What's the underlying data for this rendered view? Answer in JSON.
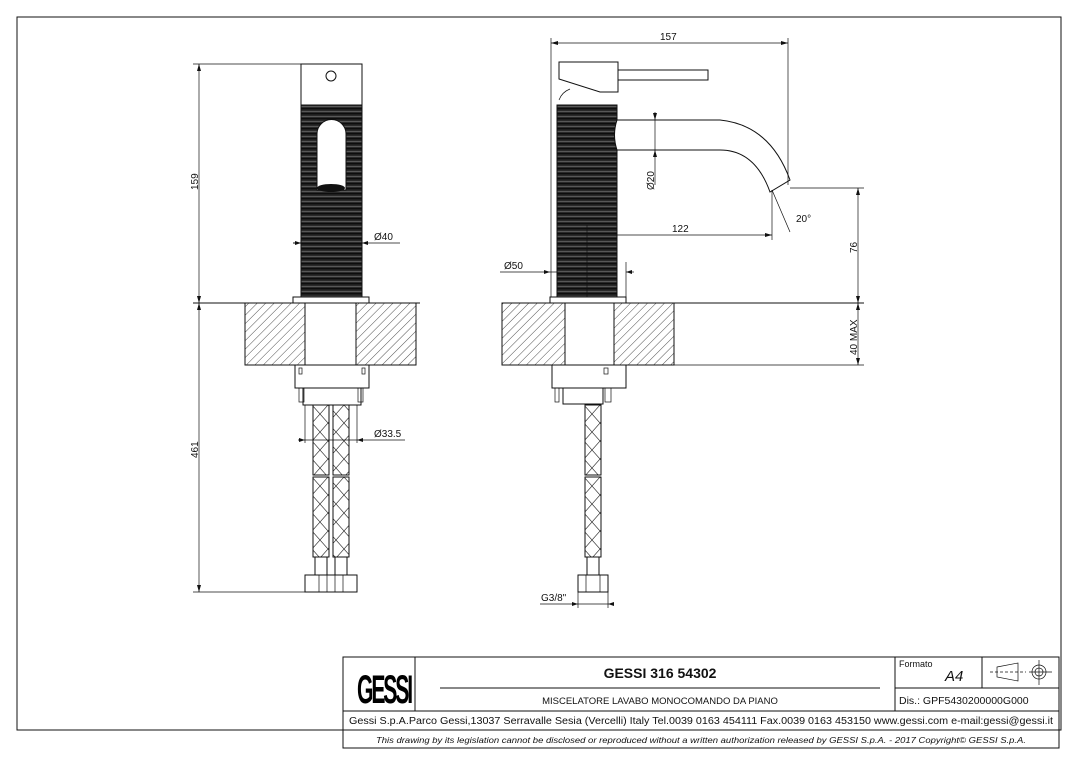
{
  "drawing": {
    "dimensions": {
      "height_total": "159",
      "body_diameter": "Ø40",
      "hose_spacing": "Ø33.5",
      "hose_length": "461",
      "reach_total": "157",
      "spout_diameter": "Ø20",
      "spout_angle": "20°",
      "spout_reach": "122",
      "base_diameter": "Ø50",
      "spout_height": "76",
      "counter_thickness": "40 MAX",
      "connection": "G3/8\""
    }
  },
  "title_block": {
    "logo": "GESSI",
    "product_code": "GESSI 316 54302",
    "description": "MISCELATORE LAVABO MONOCOMANDO DA PIANO",
    "format_label": "Formato",
    "format_value": "A4",
    "drawing_number": "Dis.: GPF5430200000G000",
    "company_info": "Gessi S.p.A.Parco Gessi,13037 Serravalle Sesia (Vercelli) Italy Tel.0039 0163 454111 Fax.0039 0163 453150 www.gessi.com e-mail:gessi@gessi.it",
    "disclaimer": "This drawing by its legislation cannot be disclosed or reproduced without a written authorization released by GESSI S.p.A. - 2017 Copyright© GESSI S.p.A."
  }
}
